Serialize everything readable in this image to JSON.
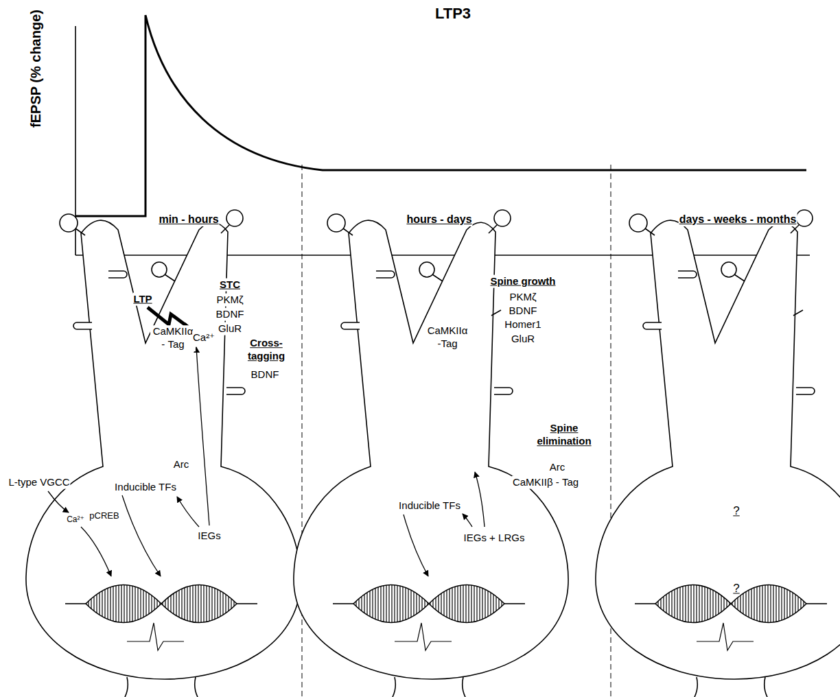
{
  "diagram": {
    "title": "LTP3",
    "labels": [
      "fEPSP (% change)",
      "min - hours",
      "hours - days",
      "days - weeks - months",
      "LTP",
      "STC",
      "PKMζ",
      "BDNF",
      "GluR",
      "CaMKIIα - Tag",
      "Ca²⁺",
      "Cross- tagging",
      "BDNF",
      "Arc",
      "L-type VGCC",
      "Ca²⁺",
      "pCREB",
      "Inducible TFs",
      "IEGs",
      "Spine growth",
      "PKMζ",
      "BDNF",
      "Homer1",
      "GluR",
      "CaMKIIα -Tag",
      "Spine elimination",
      "Arc",
      "CaMKIIβ - Tag",
      "Inducible TFs",
      "IEGs + LRGs",
      "?",
      "?"
    ]
  }
}
